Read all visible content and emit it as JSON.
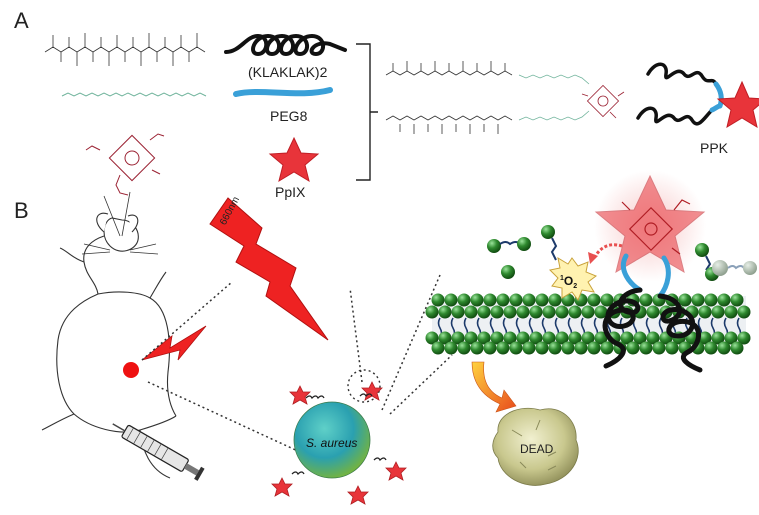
{
  "panel_a": {
    "letter": "A",
    "peptide_label": "(KLAKLAK)2",
    "peg_label": "PEG8",
    "ppix_label": "PpIX",
    "conjugate_label": "PPK"
  },
  "panel_b": {
    "letter": "B",
    "wavelength_label": "660nm",
    "bacteria_label": "S. aureus",
    "singlet_oxygen_sup": "1",
    "singlet_oxygen_main": "O",
    "singlet_oxygen_sub": "2",
    "dead_label": "DEAD"
  },
  "colors": {
    "star_red": "#e8343a",
    "bolt_red": "#ee2222",
    "peg_blue": "#3aa0d8",
    "membrane_green": "#2f8a2f",
    "ppix_structure": "#9b2233",
    "peg_structure": "#6fb39b"
  }
}
